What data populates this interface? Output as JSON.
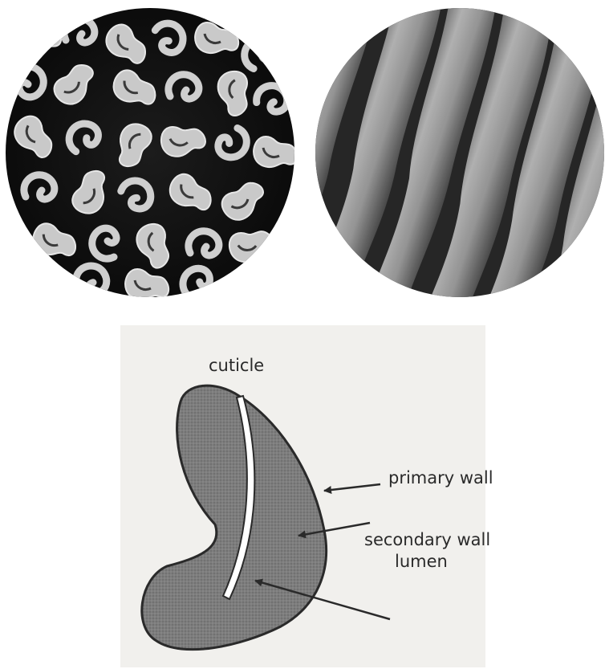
{
  "micrographs": {
    "left_icon": "cotton-fiber-cross-section-micrograph",
    "right_icon": "cotton-fiber-longitudinal-micrograph"
  },
  "diagram": {
    "labels": {
      "cuticle": "cuticle",
      "primary_wall": "primary wall",
      "secondary_wall": "secondary wall",
      "lumen": "lumen"
    },
    "colors": {
      "fiber_fill": "#7d7d7d",
      "outline": "#2a2a2a",
      "lumen": "#ffffff",
      "panel_background": "#f1f0ed"
    }
  }
}
